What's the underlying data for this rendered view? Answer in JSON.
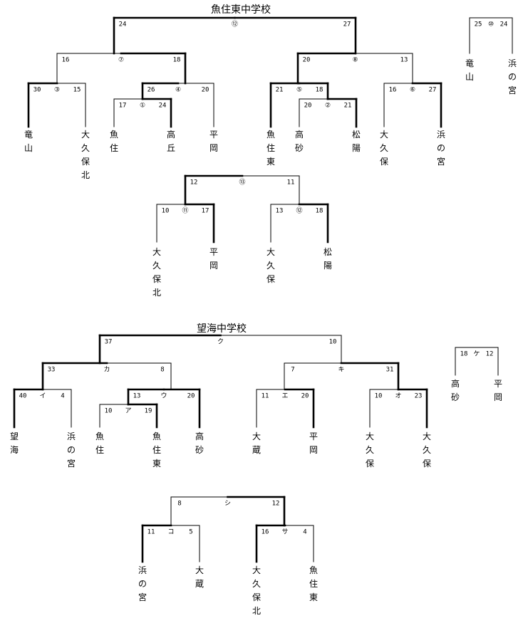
{
  "sections": [
    {
      "title": "魚住東中学校",
      "brackets": [
        {
          "matches": [
            {
              "mark": "⑫",
              "left_score": "24",
              "right_score": "27",
              "winner": "both"
            },
            {
              "mark": "⑦",
              "left_score": "16",
              "right_score": "18",
              "winner": "right"
            },
            {
              "mark": "⑧",
              "left_score": "20",
              "right_score": "13",
              "winner": "left"
            },
            {
              "mark": "③",
              "left_score": "30",
              "right_score": "15",
              "winner": "left"
            },
            {
              "mark": "④",
              "left_score": "26",
              "right_score": "20",
              "winner": "left"
            },
            {
              "mark": "①",
              "left_score": "17",
              "right_score": "24",
              "winner": "right"
            },
            {
              "mark": "⑤",
              "left_score": "21",
              "right_score": "18",
              "winner": "both"
            },
            {
              "mark": "②",
              "left_score": "20",
              "right_score": "21",
              "winner": "right"
            },
            {
              "mark": "⑥",
              "left_score": "16",
              "right_score": "27",
              "winner": "right"
            }
          ],
          "teams": [
            "竜山",
            "大久保北",
            "魚住",
            "高丘",
            "平岡",
            "魚住東",
            "高砂",
            "松陽",
            "大久保",
            "浜の宮"
          ]
        },
        {
          "matches": [
            {
              "mark": "⑩",
              "left_score": "25",
              "right_score": "24",
              "winner": "none"
            }
          ],
          "teams": [
            "竜山",
            "浜の宮"
          ]
        },
        {
          "matches": [
            {
              "mark": "⑬",
              "left_score": "12",
              "right_score": "11",
              "winner": "left"
            },
            {
              "mark": "⑪",
              "left_score": "10",
              "right_score": "17",
              "winner": "right"
            },
            {
              "mark": "⑫",
              "left_score": "13",
              "right_score": "18",
              "winner": "right"
            }
          ],
          "teams": [
            "大久保北",
            "平岡",
            "大久保",
            "松陽"
          ]
        }
      ]
    },
    {
      "title": "望海中学校",
      "brackets": [
        {
          "matches": [
            {
              "mark": "ク",
              "left_score": "37",
              "right_score": "10",
              "winner": "left"
            },
            {
              "mark": "カ",
              "left_score": "33",
              "right_score": "8",
              "winner": "left"
            },
            {
              "mark": "キ",
              "left_score": "7",
              "right_score": "31",
              "winner": "right"
            },
            {
              "mark": "イ",
              "left_score": "40",
              "right_score": "4",
              "winner": "left"
            },
            {
              "mark": "ウ",
              "left_score": "13",
              "right_score": "20",
              "winner": "both"
            },
            {
              "mark": "ア",
              "left_score": "10",
              "right_score": "19",
              "winner": "right"
            },
            {
              "mark": "エ",
              "left_score": "11",
              "right_score": "20",
              "winner": "right"
            },
            {
              "mark": "オ",
              "left_score": "10",
              "right_score": "23",
              "winner": "right"
            }
          ],
          "teams": [
            "望海",
            "浜の宮",
            "魚住",
            "魚住東",
            "高砂",
            "大蔵",
            "平岡",
            "大久保",
            "大久保"
          ]
        },
        {
          "matches": [
            {
              "mark": "ケ",
              "left_score": "18",
              "right_score": "12",
              "winner": "none"
            }
          ],
          "teams": [
            "高砂",
            "平岡"
          ]
        },
        {
          "matches": [
            {
              "mark": "シ",
              "left_score": "8",
              "right_score": "12",
              "winner": "right"
            },
            {
              "mark": "コ",
              "left_score": "11",
              "right_score": "5",
              "winner": "left"
            },
            {
              "mark": "サ",
              "left_score": "16",
              "right_score": "4",
              "winner": "left"
            }
          ],
          "teams": [
            "浜の宮",
            "大蔵",
            "大久保北",
            "魚住東"
          ]
        }
      ]
    }
  ]
}
